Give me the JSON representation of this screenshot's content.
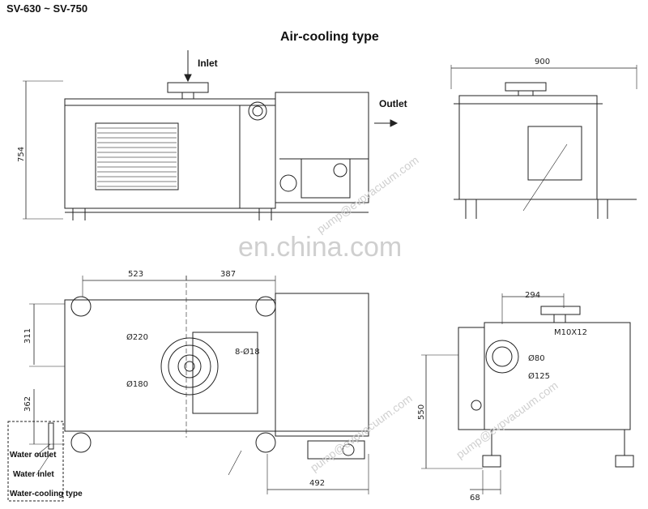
{
  "header": {
    "model_range": "SV-630 ~ SV-750",
    "title": "Air-cooling type"
  },
  "labels": {
    "inlet": "Inlet",
    "outlet": "Outlet",
    "water_outlet": "Water outlet",
    "water_inlet": "Water inlet",
    "water_cooling_type": "Water-cooling type"
  },
  "dimensions": {
    "height_754": "754",
    "width_900": "900",
    "len_523": "523",
    "len_387": "387",
    "d_220": "Ø220",
    "bolt_8_18": "8-Ø18",
    "d_180": "Ø180",
    "len_311": "311",
    "len_362": "362",
    "len_492": "492",
    "len_294": "294",
    "thread_m10x12": "M10X12",
    "d_80": "Ø80",
    "d_125": "Ø125",
    "height_550": "550",
    "len_68": "68"
  },
  "watermarks": {
    "site": "en.china.com",
    "email_1": "pump@evpvacuum.com",
    "email_2": "pump@evpvacuum.com",
    "email_3": "pump@evpvacuum.com"
  }
}
